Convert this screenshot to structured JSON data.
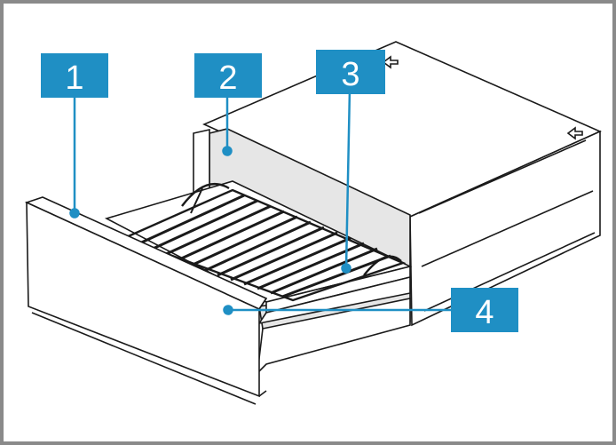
{
  "figure": {
    "frame_color": "#8a8a8a",
    "accent_color": "#1f8fc4",
    "line_color": "#1a1a1a",
    "glass_color": "#e6e6e6"
  },
  "callouts": [
    {
      "number": "1",
      "target": "drawer-front-panel"
    },
    {
      "number": "2",
      "target": "drawer-housing-interior"
    },
    {
      "number": "3",
      "target": "wire-rack"
    },
    {
      "number": "4",
      "target": "drawer-base"
    }
  ]
}
